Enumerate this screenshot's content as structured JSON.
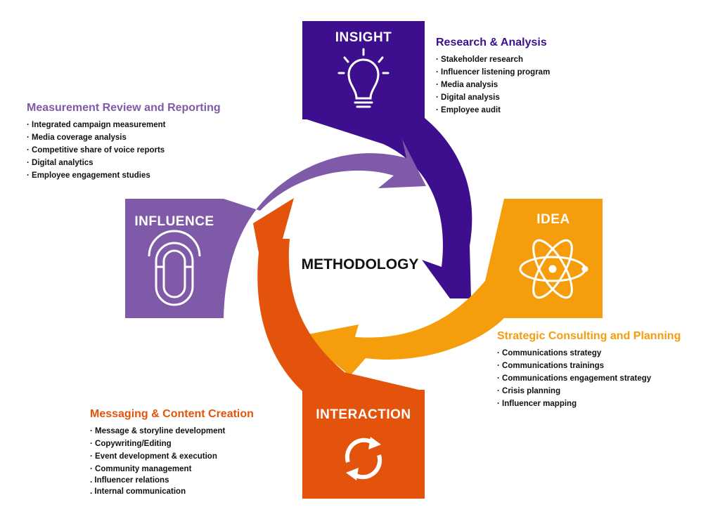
{
  "center_label": "METHODOLOGY",
  "colors": {
    "insight": "#3d0f8e",
    "idea": "#f59d0a",
    "interaction": "#e3530b",
    "influence": "#7f5aa8"
  },
  "blocks": {
    "insight": {
      "title": "INSIGHT",
      "icon": "lightbulb-icon"
    },
    "idea": {
      "title": "IDEA",
      "icon": "atom-icon"
    },
    "interaction": {
      "title": "INTERACTION",
      "icon": "refresh-arrows-icon"
    },
    "influence": {
      "title": "INFLUENCE",
      "icon": "magnet-icon"
    }
  },
  "sections": {
    "research": {
      "heading": "Research & Analysis",
      "items": [
        "· Stakeholder research",
        "· Influencer listening program",
        "· Media analysis",
        "· Digital analysis",
        "· Employee audit"
      ]
    },
    "measurement": {
      "heading": "Measurement Review and Reporting",
      "items": [
        "· Integrated campaign measurement",
        "· Media coverage analysis",
        "· Competitive share of voice reports",
        "· Digital analytics",
        "· Employee engagement studies"
      ]
    },
    "strategic": {
      "heading": "Strategic Consulting and Planning",
      "items": [
        "· Communications strategy",
        "· Communications trainings",
        "· Communications engagement strategy",
        "· Crisis planning",
        "· Influencer mapping"
      ]
    },
    "messaging": {
      "heading": "Messaging & Content Creation",
      "items": [
        "· Message & storyline development",
        "· Copywriting/Editing",
        "· Event development & execution",
        "· Community management",
        ". Influencer relations",
        ". Internal communication"
      ]
    }
  }
}
